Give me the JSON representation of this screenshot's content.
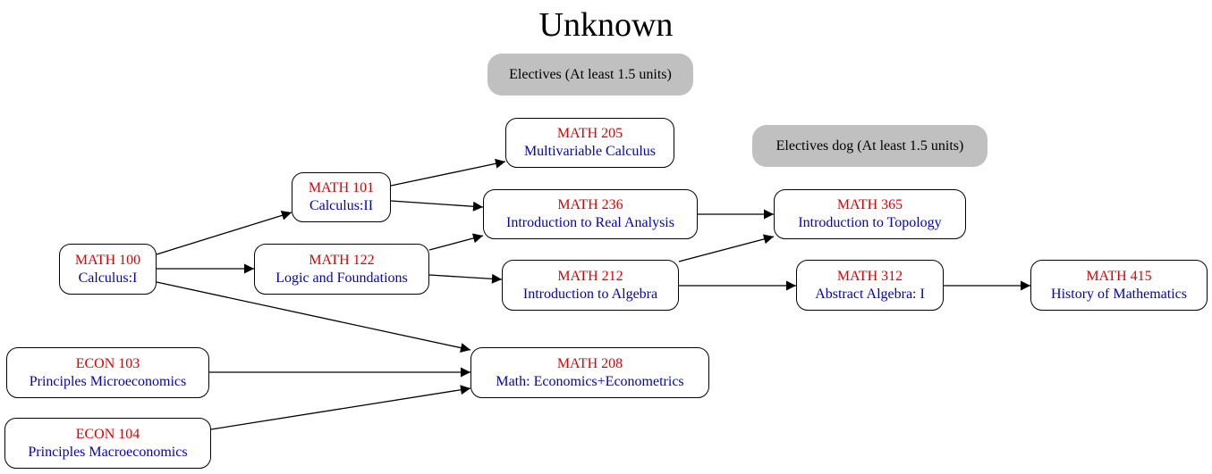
{
  "diagram": {
    "title": "Unknown",
    "groups": [
      {
        "id": "electives",
        "label": "Electives (At least 1.5 units)"
      },
      {
        "id": "electives_dog",
        "label": "Electives dog (At least 1.5 units)"
      }
    ],
    "nodes": [
      {
        "id": "math100",
        "code": "MATH 100",
        "name": "Calculus:I"
      },
      {
        "id": "math101",
        "code": "MATH 101",
        "name": "Calculus:II"
      },
      {
        "id": "math122",
        "code": "MATH 122",
        "name": "Logic and Foundations"
      },
      {
        "id": "math205",
        "code": "MATH 205",
        "name": "Multivariable Calculus"
      },
      {
        "id": "math236",
        "code": "MATH 236",
        "name": "Introduction to Real Analysis"
      },
      {
        "id": "math212",
        "code": "MATH 212",
        "name": "Introduction to Algebra"
      },
      {
        "id": "math208",
        "code": "MATH 208",
        "name": "Math: Economics+Econometrics"
      },
      {
        "id": "econ103",
        "code": "ECON 103",
        "name": "Principles Microeconomics"
      },
      {
        "id": "econ104",
        "code": "ECON 104",
        "name": "Principles Macroeconomics"
      },
      {
        "id": "math365",
        "code": "MATH 365",
        "name": "Introduction to Topology"
      },
      {
        "id": "math312",
        "code": "MATH 312",
        "name": "Abstract Algebra: I"
      },
      {
        "id": "math415",
        "code": "MATH 415",
        "name": "History of Mathematics"
      }
    ],
    "edges": [
      {
        "from": "math100",
        "to": "math101"
      },
      {
        "from": "math100",
        "to": "math122"
      },
      {
        "from": "math100",
        "to": "math208"
      },
      {
        "from": "math101",
        "to": "math205"
      },
      {
        "from": "math101",
        "to": "math236"
      },
      {
        "from": "math122",
        "to": "math236"
      },
      {
        "from": "math122",
        "to": "math212"
      },
      {
        "from": "math236",
        "to": "math365"
      },
      {
        "from": "math212",
        "to": "math365"
      },
      {
        "from": "math212",
        "to": "math312"
      },
      {
        "from": "math312",
        "to": "math415"
      },
      {
        "from": "econ103",
        "to": "math208"
      },
      {
        "from": "econ104",
        "to": "math208"
      }
    ],
    "colors": {
      "code": "#e00000",
      "name": "#0000cc",
      "group_fill": "#c0c0c0",
      "edge": "#000000"
    }
  }
}
